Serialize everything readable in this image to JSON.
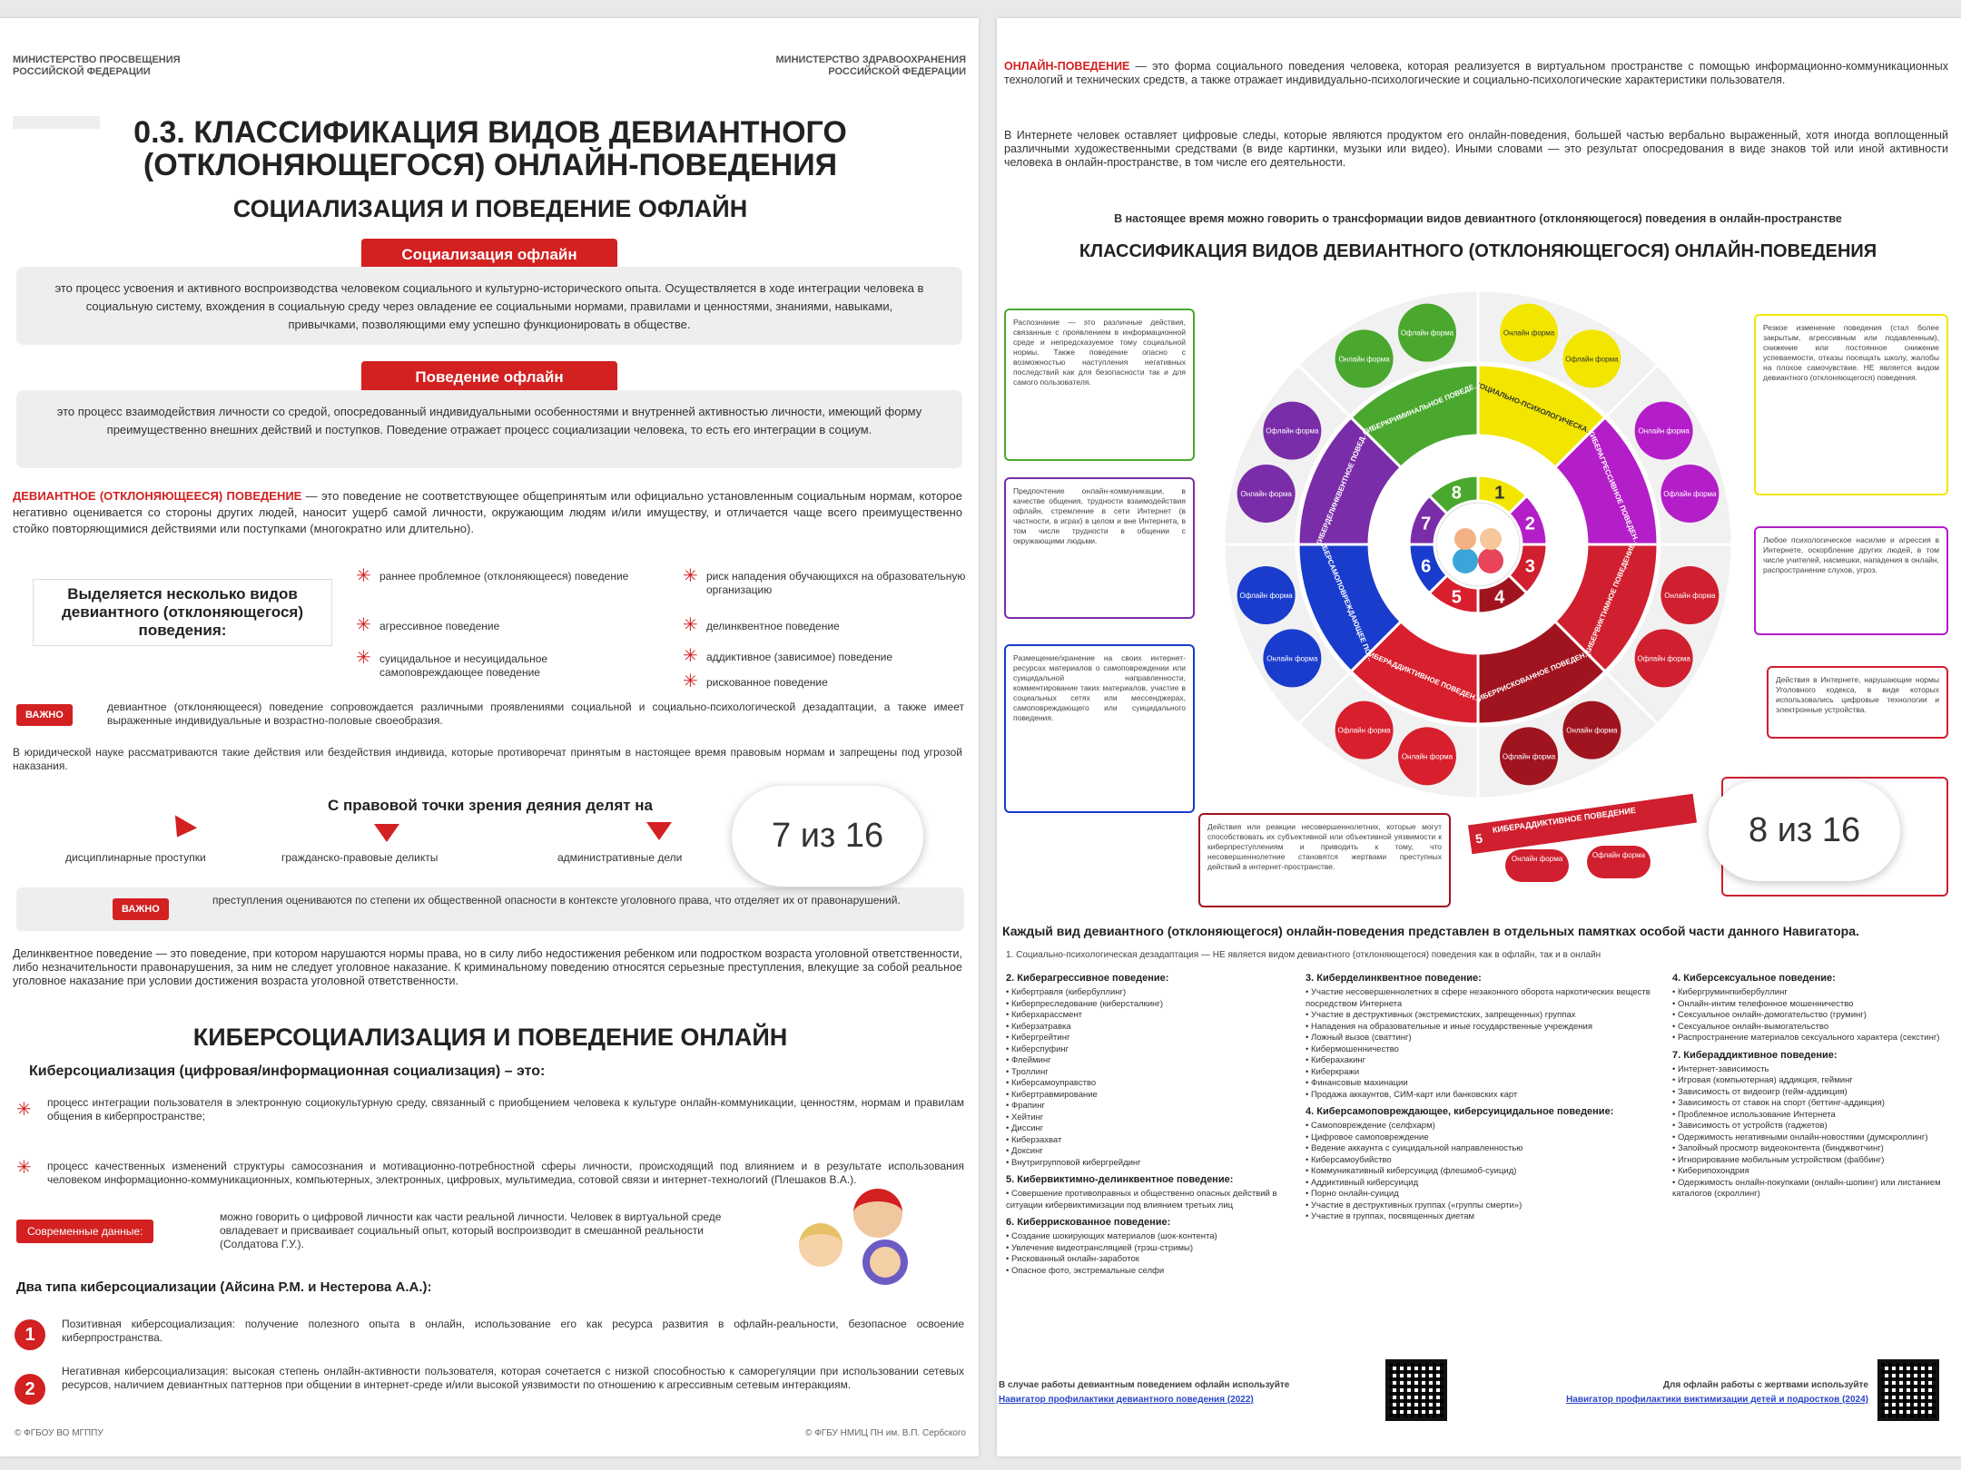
{
  "page7": {
    "ministry_left": "МИНИСТЕРСТВО ПРОСВЕЩЕНИЯ\nРОССИЙСКОЙ ФЕДЕРАЦИИ",
    "ministry_right": "МИНИСТЕРСТВО ЗДРАВООХРАНЕНИЯ\nРОССИЙСКОЙ ФЕДЕРАЦИИ",
    "title": "0.3. КЛАССИФИКАЦИЯ ВИДОВ ДЕВИАНТНОГО (ОТКЛОНЯЮЩЕГОСЯ) ОНЛАЙН-ПОВЕДЕНИЯ",
    "section1": "СОЦИАЛИЗАЦИЯ И ПОВЕДЕНИЕ ОФЛАЙН",
    "pill1": "Социализация офлайн",
    "box1": "это процесс усвоения и активного воспроизводства человеком социального и культурно-исторического опыта. Осуществляется в ходе интеграции человека в социальную систему, вхождения в социальную среду через овладение ее социальными нормами, правилами и ценностями, знаниями, навыками, привычками, позволяющими ему успешно функционировать в обществе.",
    "pill2": "Поведение офлайн",
    "box2": "это процесс взаимодействия личности со средой, опосредованный индивидуальными особенностями и внутренней активностью личности, имеющий форму преимущественно внешних действий и поступков. Поведение отражает процесс социализации человека, то есть его интеграции в социум.",
    "deviant_term": "ДЕВИАНТНОЕ (ОТКЛОНЯЮЩЕЕСЯ) ПОВЕДЕНИЕ",
    "deviant_def": " — это поведение не соответствующее общепринятым или официально установленным социальным нормам, которое негативно оценивается со стороны других людей, наносит ущерб самой личности, окружающим людям и/или имуществу, и отличается чаще всего преимущественно стойко повторяющимися действиями или поступками (многократно или длительно).",
    "types_heading": "Выделяется несколько видов девиантного (отклоняющегося) поведения:",
    "types": [
      "раннее проблемное (отклоняющееся) поведение",
      "агрессивное поведение",
      "суицидальное и несуицидальное самоповреждающее поведение",
      "риск нападения обучающихся на образовательную организацию",
      "делинквентное поведение",
      "аддиктивное (зависимое) поведение",
      "рискованное поведение"
    ],
    "important": "ВАЖНО",
    "important_text1": "девиантное (отклоняющееся) поведение сопровождается различными проявлениями социальной и социально-психологической дезадаптации, а также имеет выраженные индивидуальные и возрастно-половые своеобразия.",
    "legal_text": "В юридической науке рассматриваются такие действия или бездействия индивида, которые противоречат принятым в настоящее время правовым нормам и запрещены под угрозой наказания.",
    "legal_heading": "С правовой точки зрения деяния делят на",
    "legal_types": [
      "дисциплинарные проступки",
      "гражданско-правовые деликты",
      "административные дели"
    ],
    "important_text2": "преступления оцениваются по степени их общественной опасности в контексте уголовного права, что отделяет их от правонарушений.",
    "delinq_text": "Делинквентное поведение — это поведение, при котором нарушаются нормы права, но в силу либо недостижения ребенком или подростком возраста уголовной ответственности, либо незначительности правонарушения, за ним не следует уголовное наказание. К криминальному поведению относятся серьезные преступления, влекущие за собой реальное уголовное наказание при условии достижения возраста уголовной ответственности.",
    "section2": "КИБЕРСОЦИАЛИЗАЦИЯ И ПОВЕДЕНИЕ ОНЛАЙН",
    "cyber_heading": "Киберсоциализация (цифровая/информационная социализация) – это:",
    "cyber_points": [
      "процесс интеграции пользователя в электронную социокультурную среду, связанный с приобщением человека к культуре онлайн-коммуникации, ценностям, нормам и правилам общения в киберпространстве;",
      "процесс качественных изменений структуры самосознания и мотивационно-потребностной сферы личности, происходящий под влиянием и в результате использования человеком информационно-коммуникационных, компьютерных, электронных, цифровых, мультимедиа, сотовой связи и интернет-технологий (Плешаков В.А.)."
    ],
    "modern_badge": "Современные данные:",
    "modern_text": "можно говорить о цифровой личности как части реальной личности. Человек в виртуальной среде овладевает и присваивает социальный опыт, который воспроизводит в смешанной реальности (Солдатова Г.У.).",
    "two_types_heading": "Два типа киберсоциализации (Айсина Р.М. и Нестерова А.А.):",
    "positive": "Позитивная киберсоциализация: получение полезного опыта в онлайн, использование его как ресурса развития в офлайн-реальности, безопасное освоение киберпространства.",
    "negative": "Негативная киберсоциализация: высокая степень онлайн-активности пользователя, которая сочетается с низкой способностью к саморегуляции при использовании сетевых ресурсов, наличием девиантных паттернов при общении в интернет-среде и/или высокой уязвимости по отношению к агрессивным сетевым интеракциям.",
    "footer_left": "© ФГБОУ ВО МГППУ",
    "footer_right": "© ФГБУ НМИЦ ПН им. В.П. Сербского",
    "counter": "7 из 16"
  },
  "page8": {
    "online_term": "ОНЛАЙН-ПОВЕДЕНИЕ",
    "online_def": " — это форма социального поведения человека, которая реализуется в виртуальном пространстве с помощью информационно-коммуникационных технологий и технических средств, а также отражает индивидуально-психологические и социально-психологические характеристики пользователя.",
    "traces": "В Интернете человек оставляет цифровые следы, которые являются продуктом его онлайн-поведения, большей частью вербально выраженный, хотя иногда воплощенный различными художественными средствами (в виде картинки, музыки или видео). Иными словами — это результат опосредования в виде знаков той или иной активности человека в онлайн-пространстве, в том числе его деятельности.",
    "transform": "В настоящее время можно говорить о трансформации видов девиантного (отклоняющегося) поведения в онлайн-пространстве",
    "class_heading": "КЛАССИФИКАЦИЯ ВИДОВ ДЕВИАНТНОГО (ОТКЛОНЯЮЩЕГОСЯ) ОНЛАЙН-ПОВЕДЕНИЯ",
    "sectors": [
      {
        "num": "1",
        "label": "СОЦИАЛЬНО-ПСИХОЛОГИЧЕСКАЯ ДЕЗАДАПТАЦИЯ",
        "color": "#f2e600"
      },
      {
        "num": "2",
        "label": "КИБЕРАГРЕССИВНОЕ ПОВЕДЕНИЕ",
        "color": "#b31ec8"
      },
      {
        "num": "3",
        "label": "КИБЕРВИКТИМНОЕ ПОВЕДЕНИЕ",
        "color": "#d01f2e"
      },
      {
        "num": "4",
        "label": "КИБЕРРИСКОВАННОЕ ПОВЕДЕНИЕ",
        "color": "#a01420"
      },
      {
        "num": "5",
        "label": "КИБЕРАДДИКТИВНОЕ ПОВЕДЕНИЕ",
        "color": "#d81f2e"
      },
      {
        "num": "6",
        "label": "КИБЕРСАМОПОВРЕЖДАЮЩЕЕ ПОВЕДЕНИЕ",
        "color": "#1a3ccc"
      },
      {
        "num": "7",
        "label": "КИБЕРДЕЛИНКВЕНТНОЕ ПОВЕДЕНИЕ",
        "color": "#7a2da8"
      },
      {
        "num": "8",
        "label": "КИБЕРКРИМИНАЛЬНОЕ ПОВЕДЕНИЕ",
        "color": "#4aa82e"
      }
    ],
    "online_form": "Онлайн форма",
    "offline_form": "Офлайн форма",
    "side_boxes": [
      {
        "text": "Распознание — это различные действия, связанные с проявлением в информационной среде и непредсказуемое тому социальной нормы. Также поведение опасно с возможностью наступления негативных последствий как для безопасности так и для самого пользователя.",
        "color": "#4aa82e"
      },
      {
        "text": "Предпочтение онлайн-коммуникации, в качестве общения, трудности взаимодействия офлайн, стремление в сети Интернет (в частности, в играх) в целом и вне Интернета, в том числе трудности в общении с окружающими людьми.",
        "color": "#7a2da8"
      },
      {
        "text": "Размещение/хранение на своих интернет-ресурсах материалов о самоповреждении или суицидальной направленности, комментирование таких материалов, участие в социальных сетях или мессенджерах, самоповреждающего или суицидального поведения.",
        "color": "#1a3ccc"
      },
      {
        "text": "Действия или реакции несовершеннолетних, которые могут способствовать их субъективной или объективной уязвимости к киберпреступлениям и приводить к тому, что несовершеннолетние становятся жертвами преступных действий в интернет-пространстве.",
        "color": "#a01420"
      },
      {
        "text": "Резкое изменение поведения (стал более закрытым, агрессивным или подавленным), снижение или постоянное снижение успеваемости, отказы посещать школу, жалобы на плохое самочувствие. НЕ является видом девиантного (отклоняющегося) поведения.",
        "color": "#f2e600"
      },
      {
        "text": "Любое психологическое насилие и агрессия в Интернете, оскорбление других людей, в том числе учителей, насмешки, нападения в онлайн, распространение слухов, угроз.",
        "color": "#b31ec8"
      },
      {
        "text": "Действия в Интернете, нарушающие нормы Уголовного кодекса, в виде которых использовались цифровые технологии и электронные устройства.",
        "color": "#d01f2e"
      },
      {
        "text": "...",
        "color": "#d01f2e"
      }
    ],
    "each_type": "Каждый вид девиантного (отклоняющегося) онлайн-поведения представлен в отдельных памятках особой части данного Навигатора.",
    "item1": "1. Социально-психологическая дезадаптация — НЕ является видом девиантного (отклоняющегося) поведения как в офлайн, так и в онлайн",
    "col1_h1": "2. Киберагрессивное поведение:",
    "col1_items1": [
      "Кибертравля (кибербуллинг)",
      "Киберпреследование (киберсталкинг)",
      "Киберхарассмент",
      "Киберзатравка",
      "Кибергрейтинг",
      "Киберспуфинг",
      "Флейминг",
      "Троллинг",
      "Киберсамоуправство",
      "Кибертравмирование",
      "Фрапинг",
      "Хейтинг",
      "Диссинг",
      "Киберзахват",
      "Доксинг",
      "Внутригрупповой кибергрейдинг"
    ],
    "col1_h2": "5. Кибервиктимно-делинквентное поведение:",
    "col1_items2": [
      "Совершение противоправных и общественно опасных действий в ситуации кибервиктимизации под влиянием третьих лиц"
    ],
    "col1_h3": "6. Киберрискованное поведение:",
    "col1_items3": [
      "Создание шокирующих материалов (шок-контента)",
      "Увлечение видеотрансляцией (трэш-стримы)",
      "Рискованный онлайн-заработок",
      "Опасное фото, экстремальные селфи"
    ],
    "col2_h1": "3. Киберделинквентное поведение:",
    "col2_items1": [
      "Участие несовершеннолетних в сфере незаконного оборота наркотических веществ посредством Интернета",
      "Участие в деструктивных (экстремистских, запрещенных) группах",
      "Нападения на образовательные и иные государственные учреждения",
      "Ложный вызов (сваттинг)",
      "Кибермошенничество",
      "Киберахакинг",
      "Киберкражи",
      "Финансовые махинации",
      "Продажа аккаунтов, СИМ-карт или банковских карт"
    ],
    "col2_h2": "4. Киберсамоповреждающее, киберсуицидальное поведение:",
    "col2_items2": [
      "Самоповреждение (селфхарм)",
      "Цифровое самоповреждение",
      "Ведение аккаунта с суицидальной направленностью",
      "Киберсамоубийство",
      "Коммуникативный киберсуицид (флешмоб-суицид)",
      "Аддиктивный киберсуицид",
      "Порно онлайн-суицид",
      "Участие в деструктивных группах («группы смерти»)",
      "Участие в группах, посвященных диетам"
    ],
    "col3_h1": "4. Киберсексуальное поведение:",
    "col3_items1": [
      "Кибергрумингкибербуллинг",
      "Онлайн-интим телефонное мошенничество",
      "Сексуальное онлайн-домогательство (груминг)",
      "Сексуальное онлайн-вымогательство",
      "Распространение материалов сексуального характера (секстинг)"
    ],
    "col3_h2": "7. Кибераддиктивное поведение:",
    "col3_items2": [
      "Интернет-зависимость",
      "Игровая (компьютерная) аддикция, гейминг",
      "Зависимость от видеоигр (гейм-аддикция)",
      "Зависимость от ставок на спорт (беттинг-аддикция)",
      "Проблемное использование Интернета",
      "Зависимость от устройств (гаджетов)",
      "Одержимость негативными онлайн-новостями (думскроллинг)",
      "Запойный просмотр видеоконтента (бинджвотчинг)",
      "Игнорирование мобильным устройством (фаббинг)",
      "Киберипохондрия",
      "Одержимость онлайн-покупками (онлайн-шопинг) или листанием каталогов (скроллинг)"
    ],
    "footer_left_text": "В случае работы девиантным поведением офлайн используйте",
    "footer_left_link": "Навигатор профилактики девиантного поведения (2022)",
    "footer_right_text": "Для офлайн работы с жертвами используйте",
    "footer_right_link": "Навигатор профилактики виктимизации детей и подростков (2024)",
    "counter": "8 из 16"
  }
}
